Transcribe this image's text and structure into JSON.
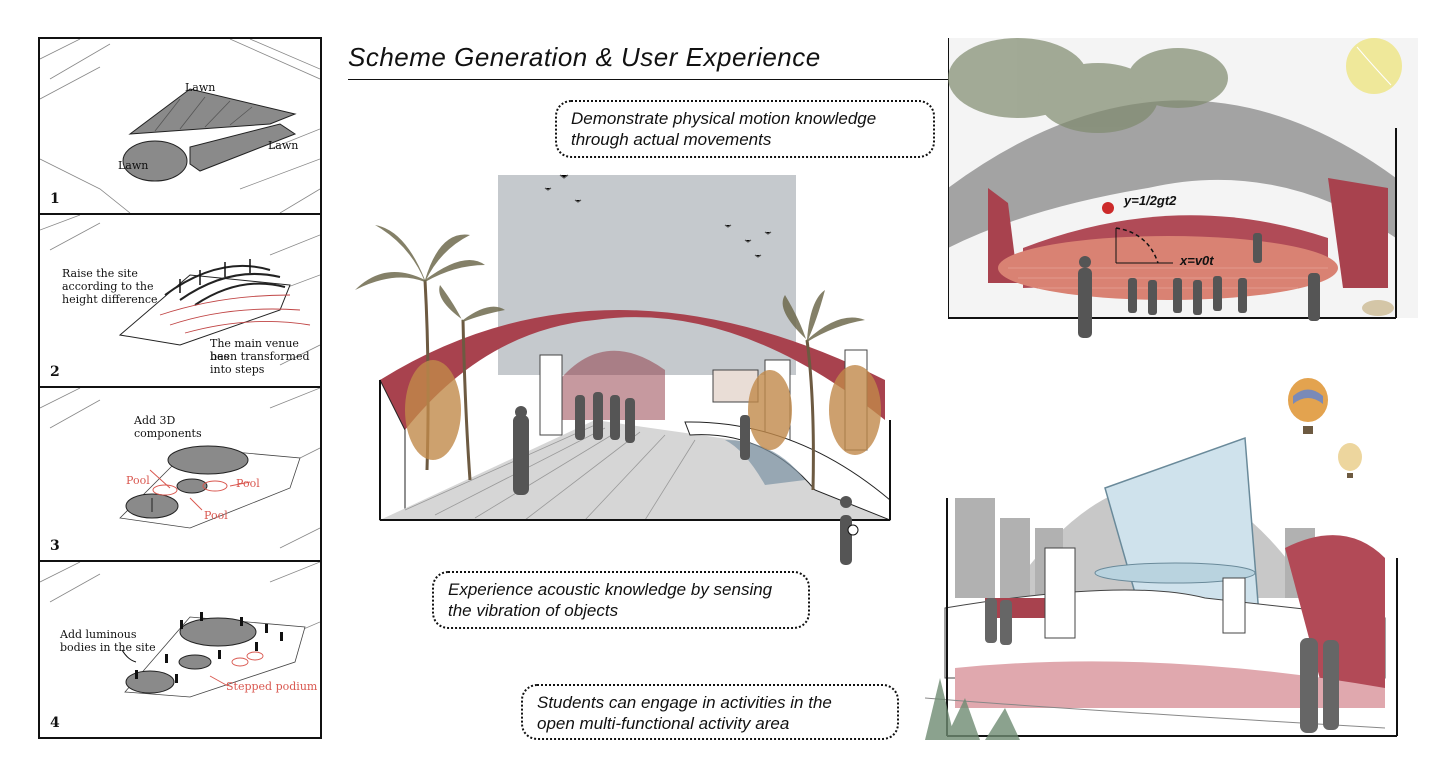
{
  "title": "Scheme Generation & User Experience",
  "steps": [
    {
      "number": "1",
      "labels": {
        "lawn_top": "Lawn",
        "lawn_right": "Lawn",
        "lawn_left": "Lawn"
      }
    },
    {
      "number": "2",
      "labels": {
        "raise_1": "Raise the site",
        "raise_2": "according to the",
        "raise_3": "height difference",
        "venue_1": "The main venue has",
        "venue_2": "been transformed",
        "venue_3": "into steps"
      }
    },
    {
      "number": "3",
      "labels": {
        "add_1": "Add 3D",
        "add_2": "components",
        "pool_left": "Pool",
        "pool_right": "Pool",
        "pool_bottom": "Pool"
      }
    },
    {
      "number": "4",
      "labels": {
        "lum_1": "Add luminous",
        "lum_2": "bodies in the site",
        "podium": "Stepped podium"
      }
    }
  ],
  "step_arrow": "↓",
  "callouts": {
    "motion_1": "Demonstrate physical motion knowledge",
    "motion_2": "through actual movements",
    "acoustic_1": "Experience acoustic knowledge by sensing",
    "acoustic_2": "the vibration of objects",
    "activity_1": "Students can engage in activities in the",
    "activity_2": "open multi-functional activity area"
  },
  "formulas": {
    "vertical": "y=1/2gt2",
    "horizontal": "x=v0t"
  },
  "colors": {
    "accent_red": "#a8424e",
    "pool_red": "#d9574f",
    "floor_red": "#d98273",
    "sky_grey": "#c8ccd0",
    "sun_yellow": "#efe89a"
  }
}
